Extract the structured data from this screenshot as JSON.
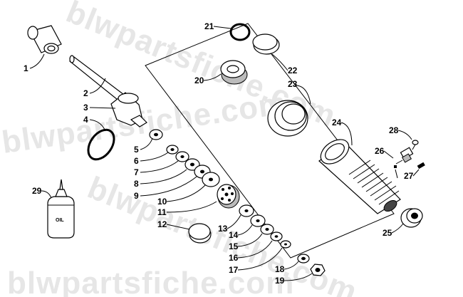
{
  "watermark": {
    "text": "blwpartsfiche.com"
  },
  "oil_label": "OIL",
  "callouts": [
    {
      "id": "1",
      "label": "1"
    },
    {
      "id": "2",
      "label": "2"
    },
    {
      "id": "3",
      "label": "3"
    },
    {
      "id": "4",
      "label": "4"
    },
    {
      "id": "5",
      "label": "5"
    },
    {
      "id": "6",
      "label": "6"
    },
    {
      "id": "7",
      "label": "7"
    },
    {
      "id": "8",
      "label": "8"
    },
    {
      "id": "9",
      "label": "9"
    },
    {
      "id": "10",
      "label": "10"
    },
    {
      "id": "11",
      "label": "11"
    },
    {
      "id": "12",
      "label": "12"
    },
    {
      "id": "13",
      "label": "13"
    },
    {
      "id": "14",
      "label": "14"
    },
    {
      "id": "15",
      "label": "15"
    },
    {
      "id": "16",
      "label": "16"
    },
    {
      "id": "17",
      "label": "17"
    },
    {
      "id": "18",
      "label": "18"
    },
    {
      "id": "19",
      "label": "19"
    },
    {
      "id": "20",
      "label": "20"
    },
    {
      "id": "21",
      "label": "21"
    },
    {
      "id": "22",
      "label": "22"
    },
    {
      "id": "23",
      "label": "23"
    },
    {
      "id": "24",
      "label": "24"
    },
    {
      "id": "25",
      "label": "25"
    },
    {
      "id": "26",
      "label": "26"
    },
    {
      "id": "27",
      "label": "27"
    },
    {
      "id": "28",
      "label": "28"
    },
    {
      "id": "29",
      "label": "29"
    }
  ]
}
